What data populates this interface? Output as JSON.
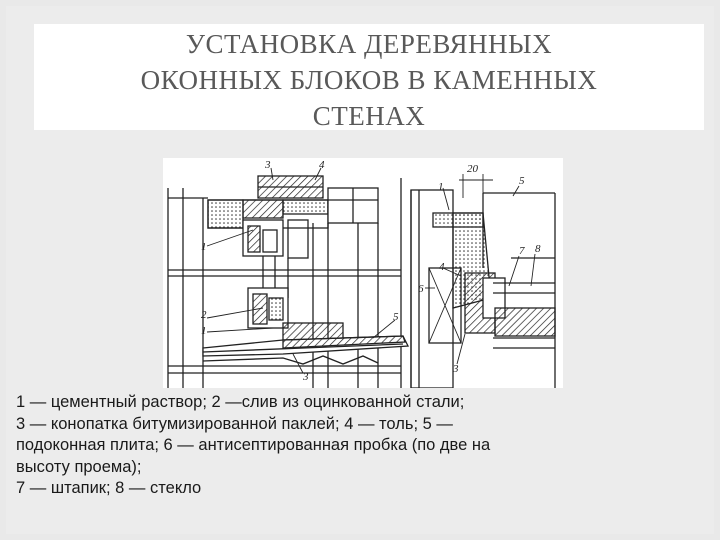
{
  "slide": {
    "title_lines": [
      "УСТАНОВКА ДЕРЕВЯННЫХ",
      "ОКОННЫХ БЛОКОВ В КАМЕННЫХ",
      "СТЕНАХ"
    ],
    "figure_labels": {
      "left_top_3": "3",
      "left_top_4": "4",
      "left_1_upper": "1",
      "left_2": "2",
      "left_1_lower": "1",
      "left_5": "5",
      "left_3_bottom": "3",
      "right_1": "1",
      "right_20": "20",
      "right_5": "5",
      "right_4": "4",
      "right_6": "6",
      "right_7": "7",
      "right_8": "8",
      "right_3": "3"
    },
    "caption_lines": [
      "1 — цементный раствор; 2 —слив из оцинкованной стали;",
      "3 — конопатка битумизированной паклей; 4 — толь; 5 —",
      "подоконная плита; 6 — антисептированная пробка (по две на",
      "высоту проема);",
      "7 — штапик; 8 — стекло"
    ]
  }
}
